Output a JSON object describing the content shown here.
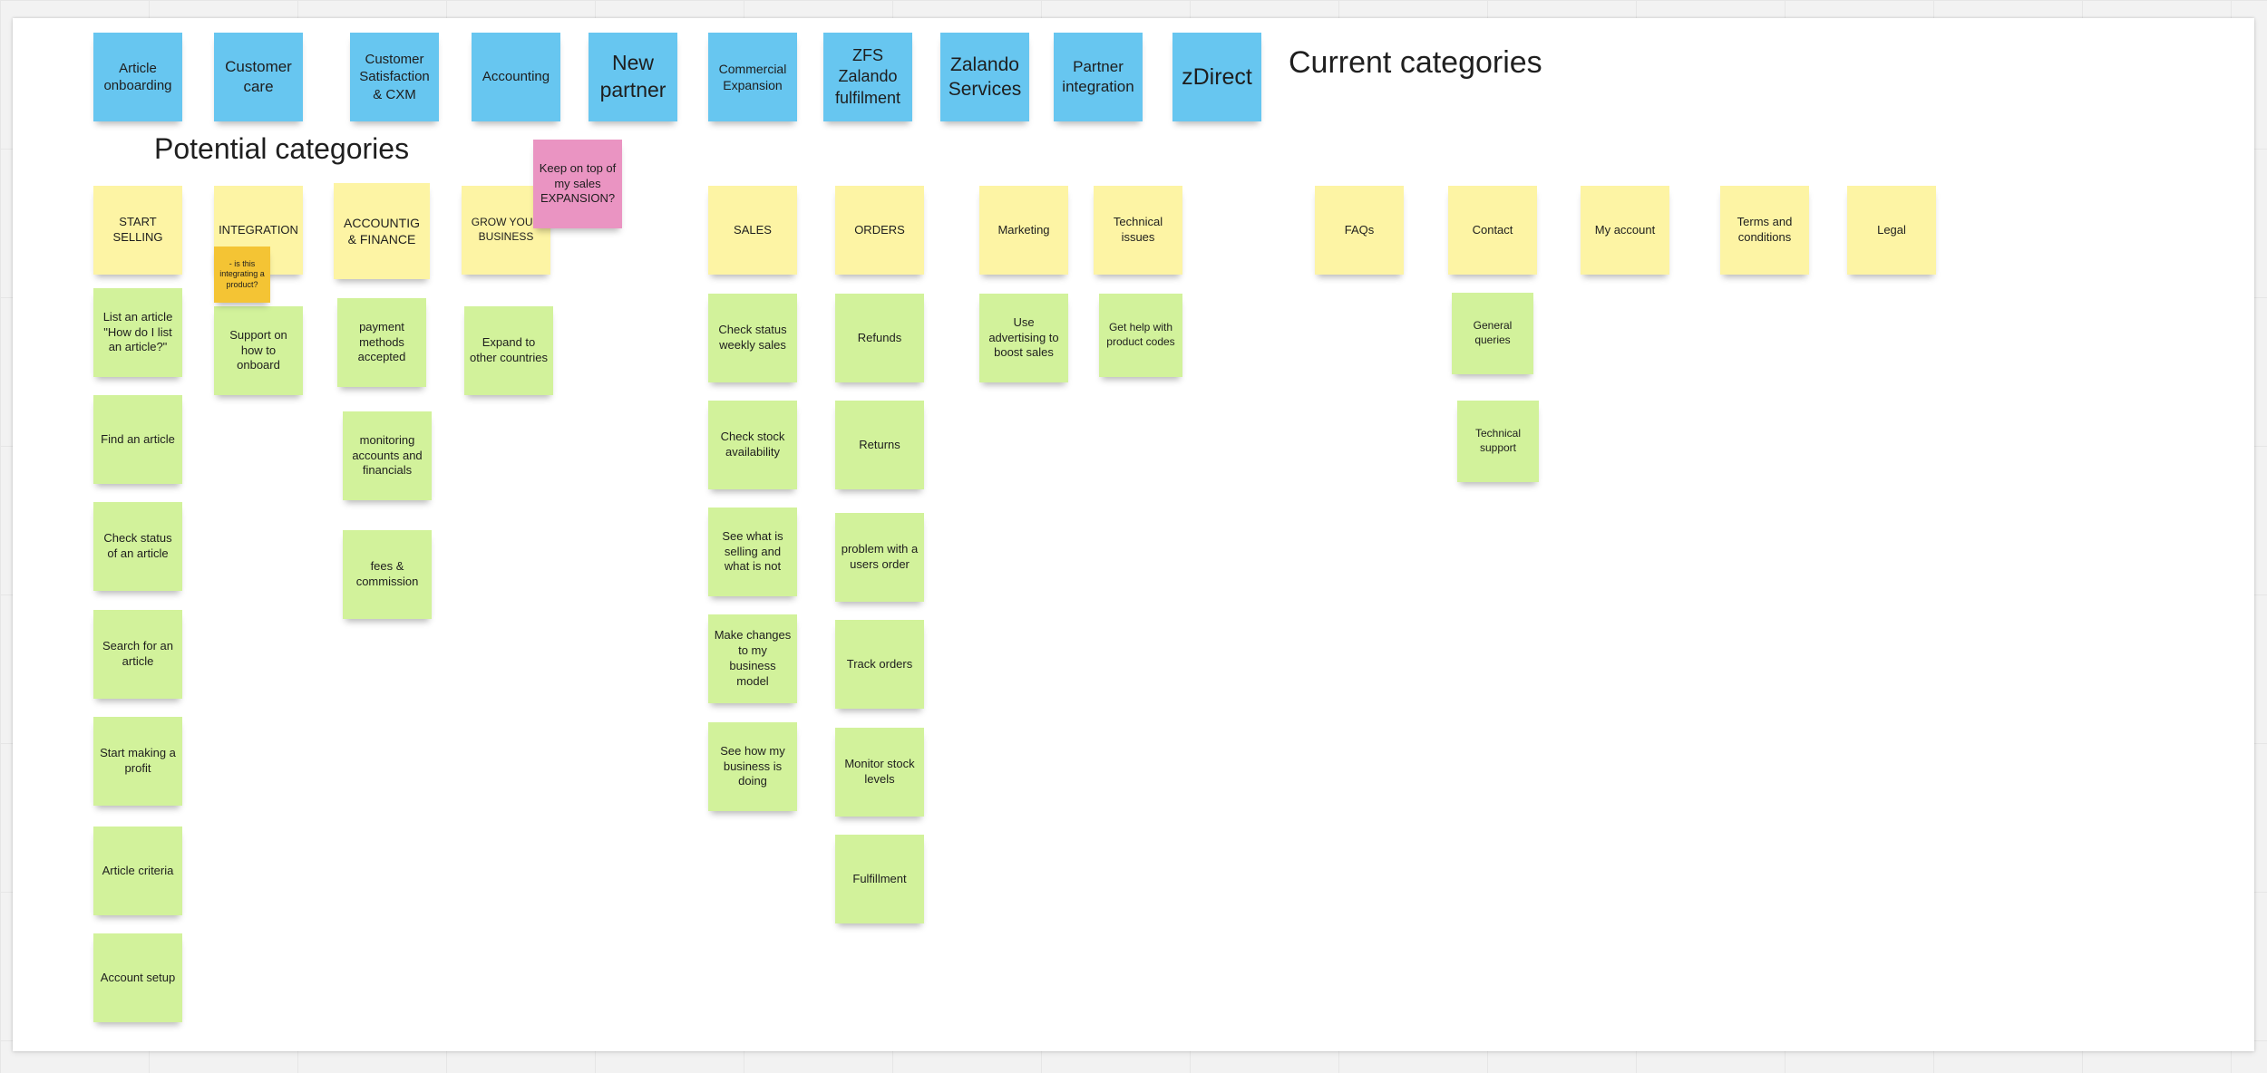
{
  "board": {
    "current_title": "Current categories",
    "potential_title": "Potential categories"
  },
  "colors": {
    "blue": "#67c6f0",
    "yellow": "#fdf4a4",
    "green": "#d2f29b",
    "pink": "#ea94c2",
    "orange": "#f4c434"
  },
  "current_categories": [
    "Article onboarding",
    "Customer care",
    "Customer Satisfaction & CXM",
    "Accounting",
    "New partner",
    "Commercial Expansion",
    "ZFS Zalando fulfilment",
    "Zalando Services",
    "Partner integration",
    "zDirect"
  ],
  "potential": {
    "start_selling": {
      "header": "START SELLING",
      "items": [
        "List an article \"How do I list an article?\"",
        "Find an article",
        "Check status of an article",
        "Search for an article",
        "Start making a profit",
        "Article criteria",
        "Account setup"
      ]
    },
    "integration": {
      "header": "INTEGRATION",
      "comment": "- is this integrating a product?",
      "items": [
        "Support on how to onboard"
      ]
    },
    "accounting": {
      "header": "ACCOUNTIG & FINANCE",
      "items": [
        "payment methods accepted",
        "monitoring accounts and financials",
        "fees & commission"
      ]
    },
    "grow": {
      "header": "GROW YOUR BUSINESS",
      "note": "Keep on top of my sales EXPANSION?",
      "items": [
        "Expand to other countries"
      ]
    },
    "sales": {
      "header": "SALES",
      "items": [
        "Check status weekly sales",
        "Check stock availability",
        "See what is selling and what is not",
        "Make changes to my business model",
        "See how my business is doing"
      ]
    },
    "orders": {
      "header": "ORDERS",
      "items": [
        "Refunds",
        "Returns",
        "problem with a users order",
        "Track orders",
        "Monitor stock levels",
        "Fulfillment"
      ]
    },
    "marketing": {
      "header": "Marketing",
      "items": [
        "Use advertising to boost sales"
      ]
    },
    "technical": {
      "header": "Technical issues",
      "items": [
        "Get help with product codes"
      ]
    },
    "faqs": {
      "header": "FAQs"
    },
    "contact": {
      "header": "Contact",
      "items": [
        "General queries",
        "Technical support"
      ]
    },
    "account": {
      "header": "My account"
    },
    "terms": {
      "header": "Terms and conditions"
    },
    "legal": {
      "header": "Legal"
    }
  }
}
